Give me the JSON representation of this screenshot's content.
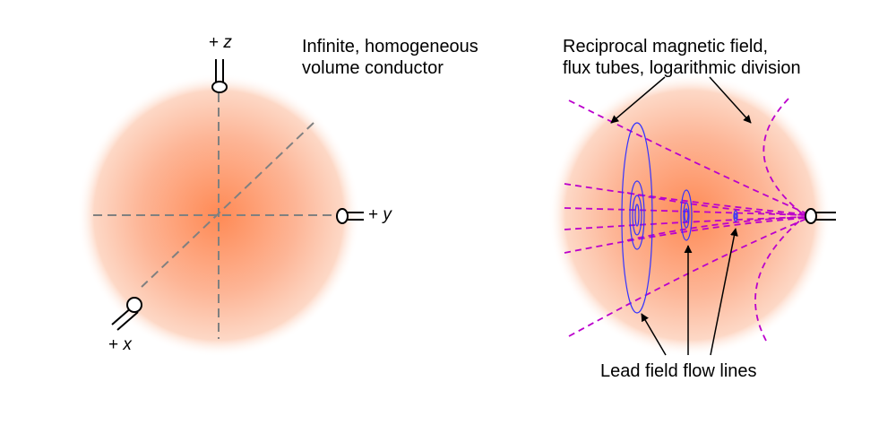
{
  "left_panel": {
    "caption_line1": "Infinite, homogeneous",
    "caption_line2": "volume conductor",
    "axes": {
      "z": {
        "sign": "+ ",
        "name": "z"
      },
      "y": {
        "sign": "+ ",
        "name": "y"
      },
      "x": {
        "sign": "+ ",
        "name": "x"
      }
    }
  },
  "right_panel": {
    "caption_line1": "Reciprocal magnetic field,",
    "caption_line2": "flux tubes, logarithmic division",
    "bottom_label": "Lead field flow lines"
  },
  "colors": {
    "sphere_center": "#ff8a55",
    "sphere_edge": "#fde3d6",
    "axis_dash": "#808080",
    "flux_lines": "#bb00cc",
    "flow_lines": "#3333ff"
  },
  "icons": [
    "coil-z-icon",
    "coil-y-icon",
    "coil-x-icon",
    "coil-right-icon"
  ]
}
